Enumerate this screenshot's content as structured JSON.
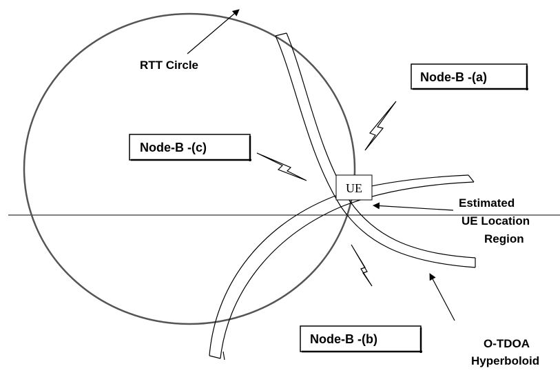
{
  "labels": {
    "rtt_circle": "RTT Circle",
    "node_b_a": "Node-B -(a)",
    "node_b_b": "Node-B -(b)",
    "node_b_c": "Node-B -(c)",
    "ue": "UE",
    "estimated_line1": "Estimated",
    "estimated_line2": "UE Location",
    "estimated_line3": "Region",
    "otdoa_line1": "O-TDOA",
    "otdoa_line2": "Hyperboloid"
  }
}
